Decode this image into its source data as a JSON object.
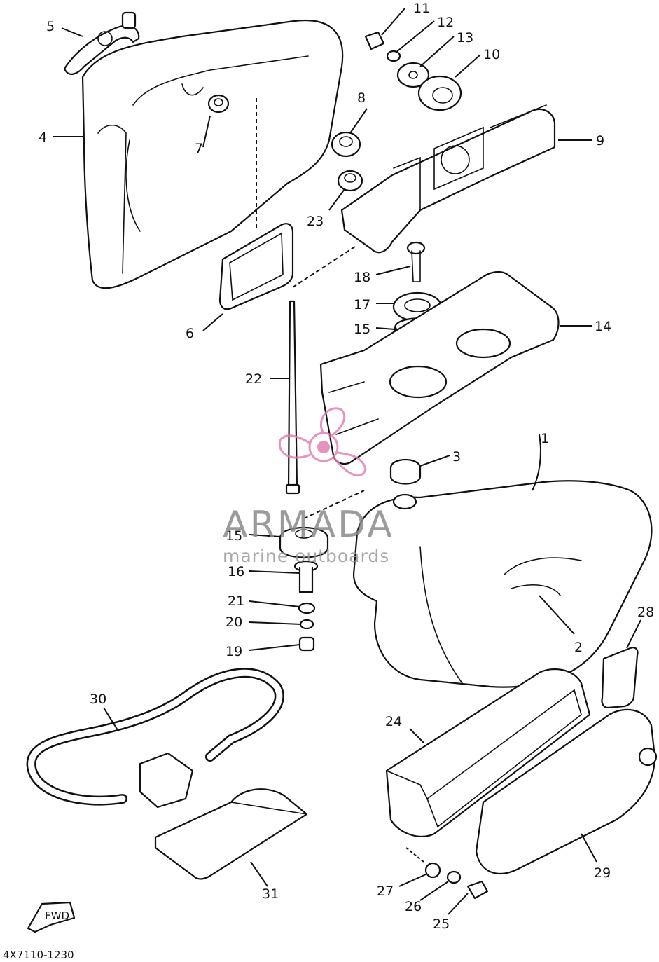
{
  "callouts": {
    "c1": "1",
    "c2": "2",
    "c3": "3",
    "c4": "4",
    "c5": "5",
    "c6": "6",
    "c7": "7",
    "c8": "8",
    "c9": "9",
    "c10": "10",
    "c11": "11",
    "c12": "12",
    "c13": "13",
    "c14": "14",
    "c15a": "15",
    "c15b": "15",
    "c16": "16",
    "c17": "17",
    "c18": "18",
    "c19": "19",
    "c20": "20",
    "c21": "21",
    "c22": "22",
    "c23": "23",
    "c24": "24",
    "c25": "25",
    "c26": "26",
    "c27": "27",
    "c28": "28",
    "c29": "29",
    "c30": "30",
    "c31": "31"
  },
  "diagram_code": "4X7110-1230",
  "fwd_label": "FWD",
  "watermark": {
    "brand": "ARMADA",
    "tagline": "marine outboards",
    "accent_color": "#e07ab0"
  }
}
